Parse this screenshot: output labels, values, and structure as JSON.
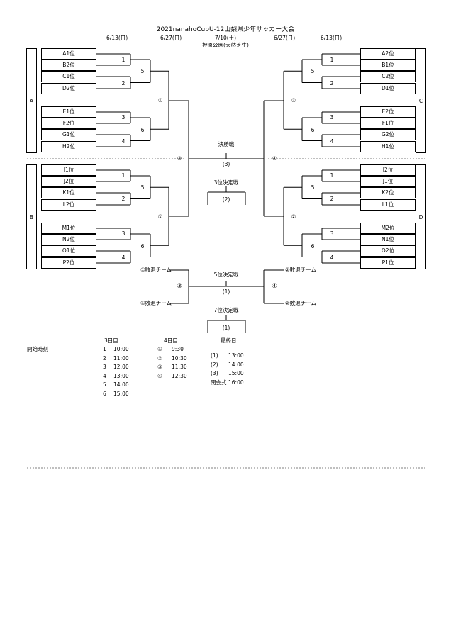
{
  "title": "2021nanahoCupU-12山梨県少年サッカー大会",
  "dates": {
    "left_outer": "6/13(日)",
    "left_inner": "6/27(日)",
    "center": "7/10(土)",
    "right_inner": "6/27(日)",
    "right_outer": "6/13(日)"
  },
  "venue": "押原公園(天然芝生)",
  "groups": {
    "A": "A",
    "B": "B",
    "C": "C",
    "D": "D"
  },
  "teams_left": [
    "A1位",
    "B2位",
    "C1位",
    "D2位",
    "E1位",
    "F2位",
    "G1位",
    "H2位",
    "I1位",
    "J2位",
    "K1位",
    "L2位",
    "M1位",
    "N2位",
    "O1位",
    "P2位"
  ],
  "teams_right": [
    "A2位",
    "B1位",
    "C2位",
    "D1位",
    "E2位",
    "F1位",
    "G2位",
    "H1位",
    "I2位",
    "J1位",
    "K2位",
    "L1位",
    "M2位",
    "N1位",
    "O2位",
    "P1位"
  ],
  "match_labels": {
    "r1": [
      "1",
      "2",
      "3",
      "4"
    ],
    "r2": [
      "5",
      "6"
    ],
    "left_semi": "①",
    "right_semi": "②",
    "left_quarter_final": "③",
    "right_quarter_final": "④"
  },
  "final": {
    "label": "決勝戦",
    "number": "(3)"
  },
  "third_place": {
    "label": "3位決定戦",
    "number": "(2)"
  },
  "fifth_place": {
    "label": "5位決定戦",
    "number": "(1)",
    "left_loser": "①敗退チーム",
    "right_loser": "②敗退チーム",
    "left_mark": "③",
    "right_mark": "④"
  },
  "seventh_place": {
    "label": "7位決定戦",
    "number": "(1)"
  },
  "schedule": {
    "label": "開始時刻",
    "day3": {
      "header": "3日目",
      "rows": [
        [
          "1",
          "10:00"
        ],
        [
          "2",
          "11:00"
        ],
        [
          "3",
          "12:00"
        ],
        [
          "4",
          "13:00"
        ],
        [
          "5",
          "14:00"
        ],
        [
          "6",
          "15:00"
        ]
      ]
    },
    "day4": {
      "header": "4日目",
      "rows": [
        [
          "①",
          "9:30"
        ],
        [
          "②",
          "10:30"
        ],
        [
          "③",
          "11:30"
        ],
        [
          "④",
          "12:30"
        ]
      ]
    },
    "final_day": {
      "header": "最終日",
      "rows": [
        [
          "(1)",
          "13:00"
        ],
        [
          "(2)",
          "14:00"
        ],
        [
          "(3)",
          "15:00"
        ],
        [
          "閉会式",
          "16:00"
        ]
      ]
    }
  }
}
